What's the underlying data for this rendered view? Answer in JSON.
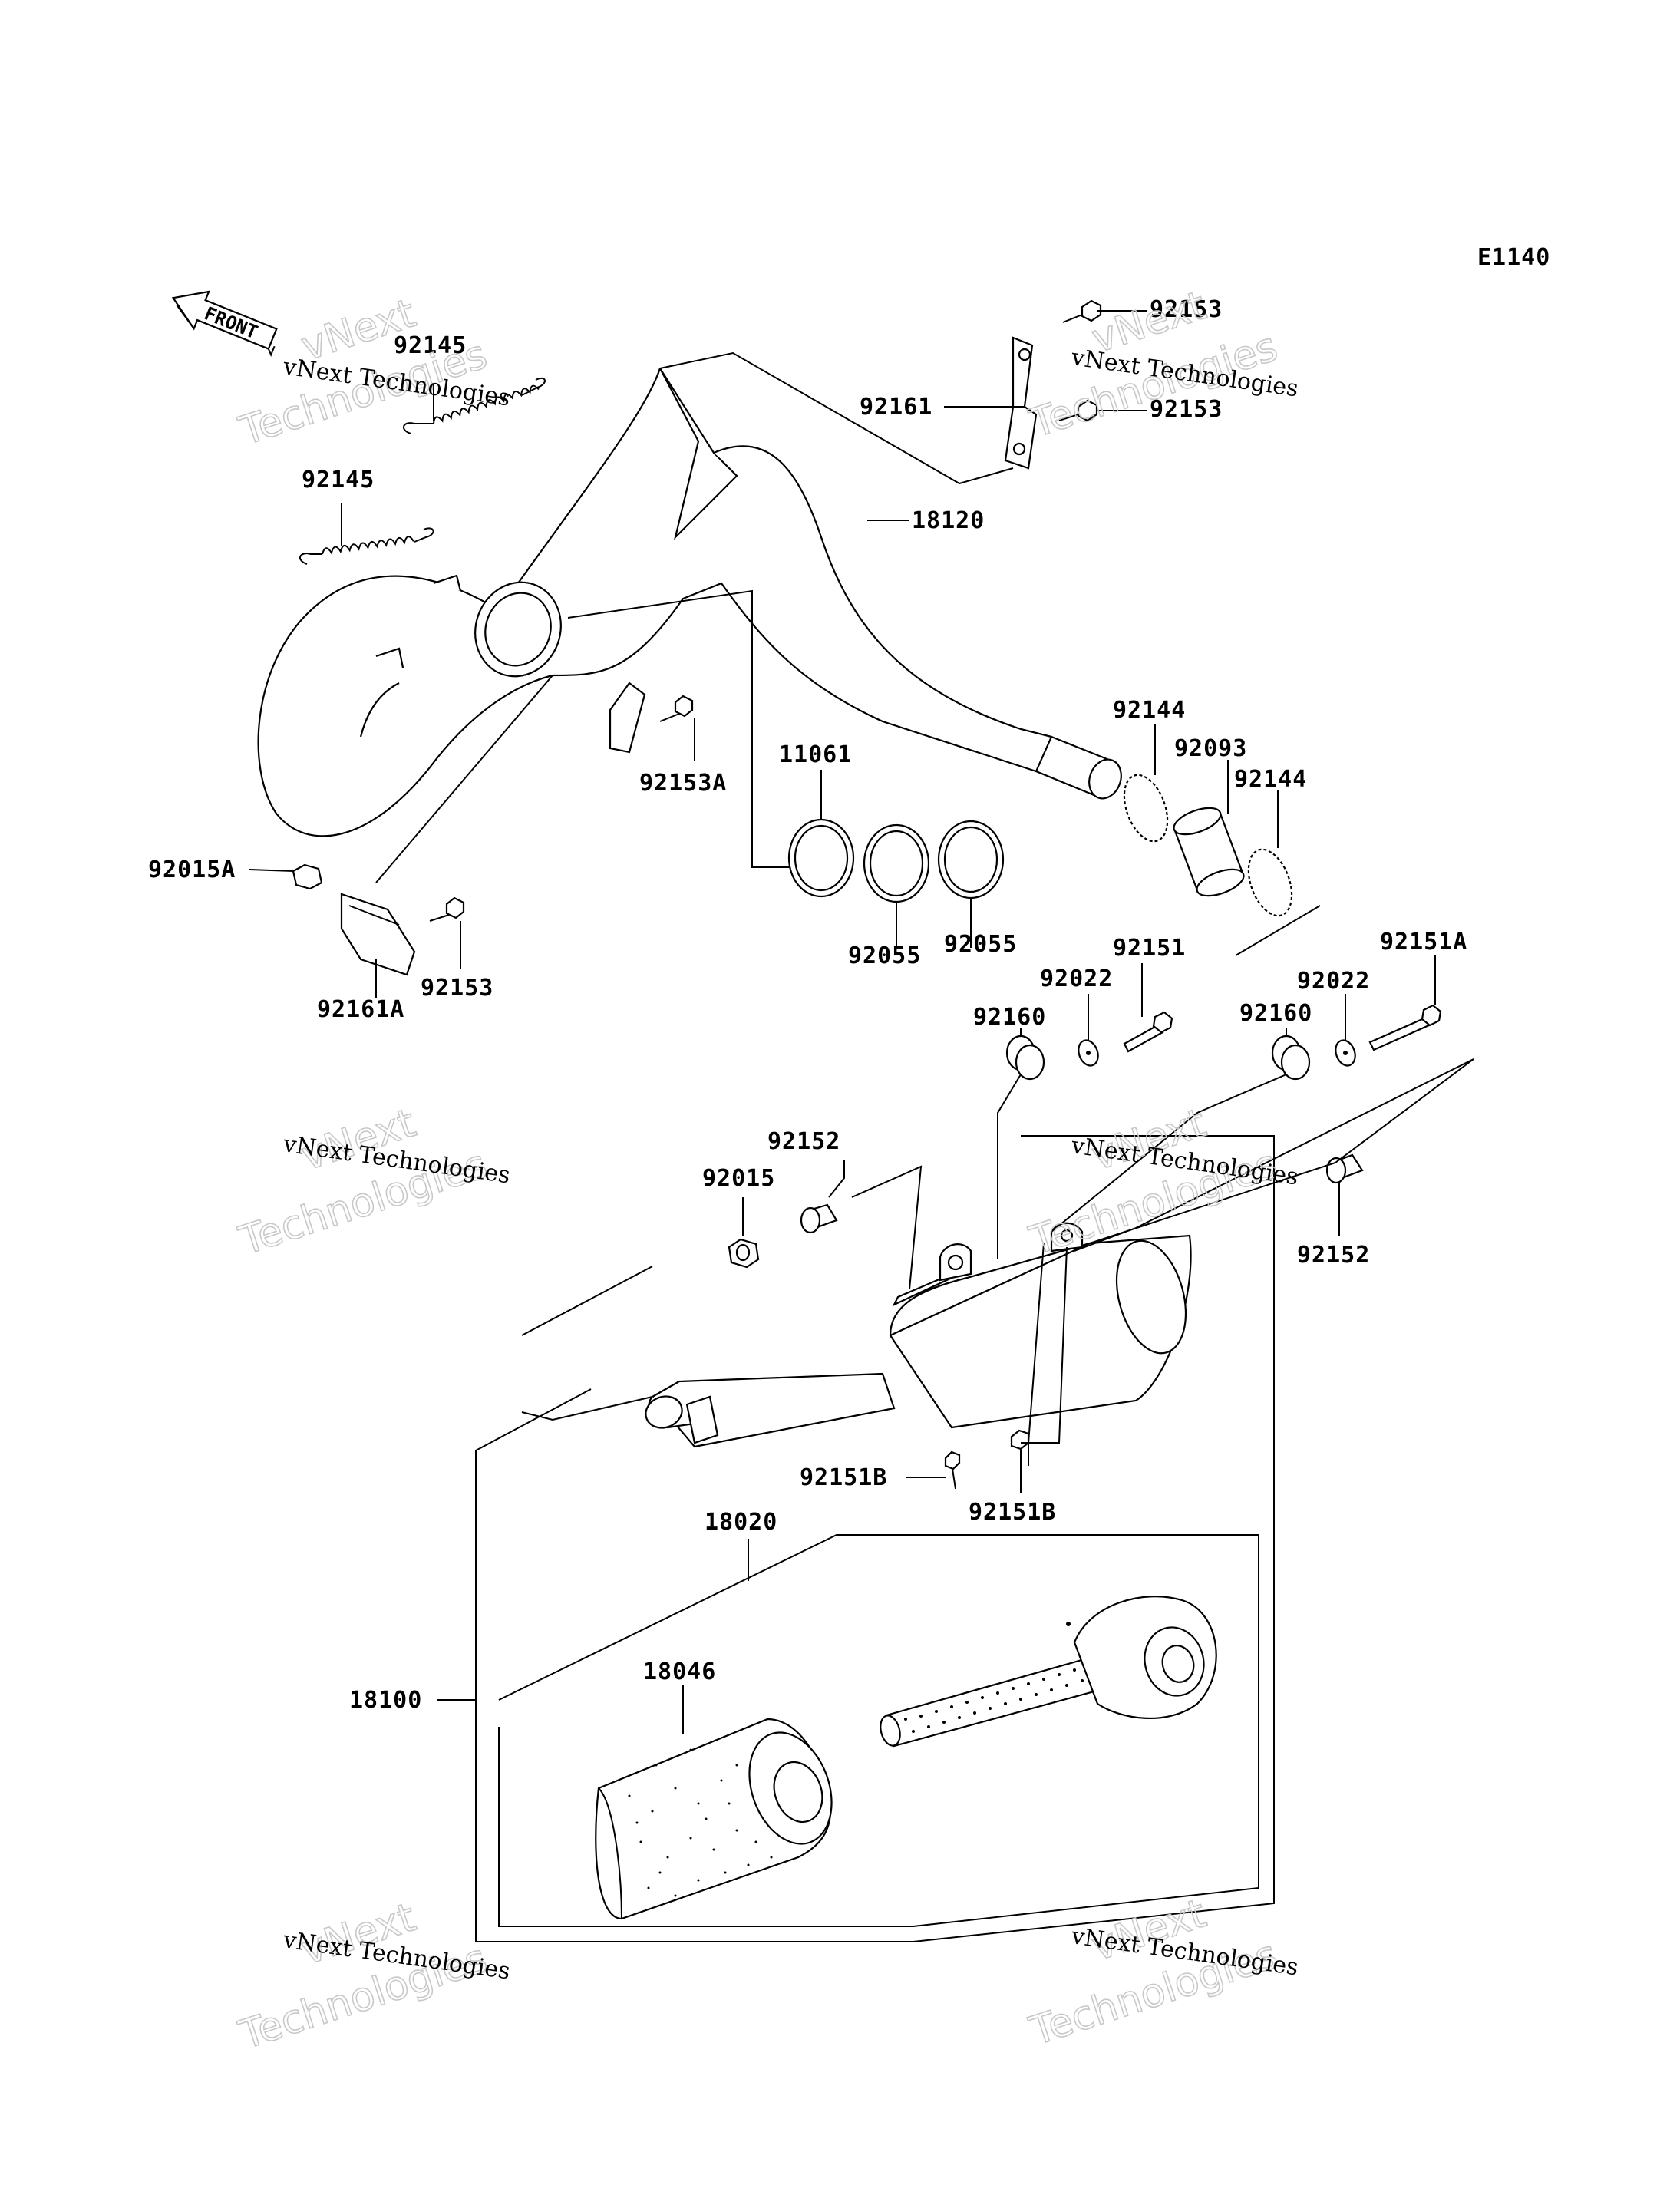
{
  "diagram_code": "E1140",
  "front_label": "FRONT",
  "watermark": {
    "line1": "vNext",
    "line2": "vNext Technologies",
    "line3": "Technologies"
  },
  "parts": {
    "p92145_a": "92145",
    "p92145_b": "92145",
    "p92153_a": "92153",
    "p92153_b": "92153",
    "p92161": "92161",
    "p18120": "18120",
    "p92153A": "92153A",
    "p11061": "11061",
    "p92144_a": "92144",
    "p92093": "92093",
    "p92144_b": "92144",
    "p92015A": "92015A",
    "p92055_a": "92055",
    "p92055_b": "92055",
    "p92161A": "92161A",
    "p92153_c": "92153",
    "p92151": "92151",
    "p92151A": "92151A",
    "p92022_a": "92022",
    "p92022_b": "92022",
    "p92160_a": "92160",
    "p92160_b": "92160",
    "p92152_a": "92152",
    "p92015": "92015",
    "p92152_b": "92152",
    "p92151B_a": "92151B",
    "p92151B_b": "92151B",
    "p18020": "18020",
    "p18046": "18046",
    "p18100": "18100"
  }
}
